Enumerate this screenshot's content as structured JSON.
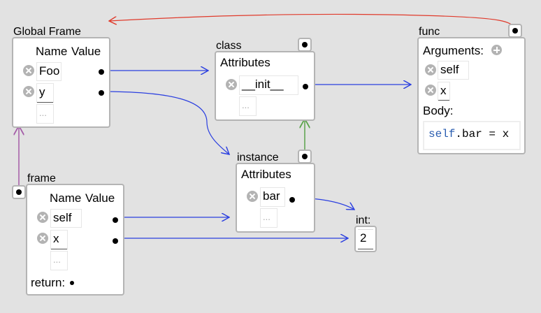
{
  "global_frame": {
    "title": "Global Frame",
    "header_name": "Name",
    "header_value": "Value",
    "vars": [
      {
        "name": "Foo"
      },
      {
        "name": "y"
      }
    ],
    "placeholder": "..."
  },
  "class_obj": {
    "title": "class",
    "attributes_label": "Attributes",
    "attrs": [
      {
        "name": "__init__"
      }
    ],
    "placeholder": "..."
  },
  "func_obj": {
    "title": "func",
    "arguments_label": "Arguments:",
    "args": [
      {
        "name": "self"
      },
      {
        "name": "x"
      }
    ],
    "body_label": "Body:",
    "body_keyword": "self",
    "body_rest": ".bar = x"
  },
  "instance_obj": {
    "title": "instance",
    "attributes_label": "Attributes",
    "attrs": [
      {
        "name": "bar"
      }
    ],
    "placeholder": "..."
  },
  "frame": {
    "title": "frame",
    "header_name": "Name",
    "header_value": "Value",
    "vars": [
      {
        "name": "self"
      },
      {
        "name": "x"
      }
    ],
    "placeholder": "...",
    "return_label": "return:"
  },
  "int_obj": {
    "title": "int:",
    "value": "2"
  },
  "colors": {
    "reference_arrow": "#2b3fe0",
    "parent_arrow": "#e03a2b",
    "frame_parent_arrow": "#a45ca8",
    "inherit_arrow": "#5aa34a"
  }
}
